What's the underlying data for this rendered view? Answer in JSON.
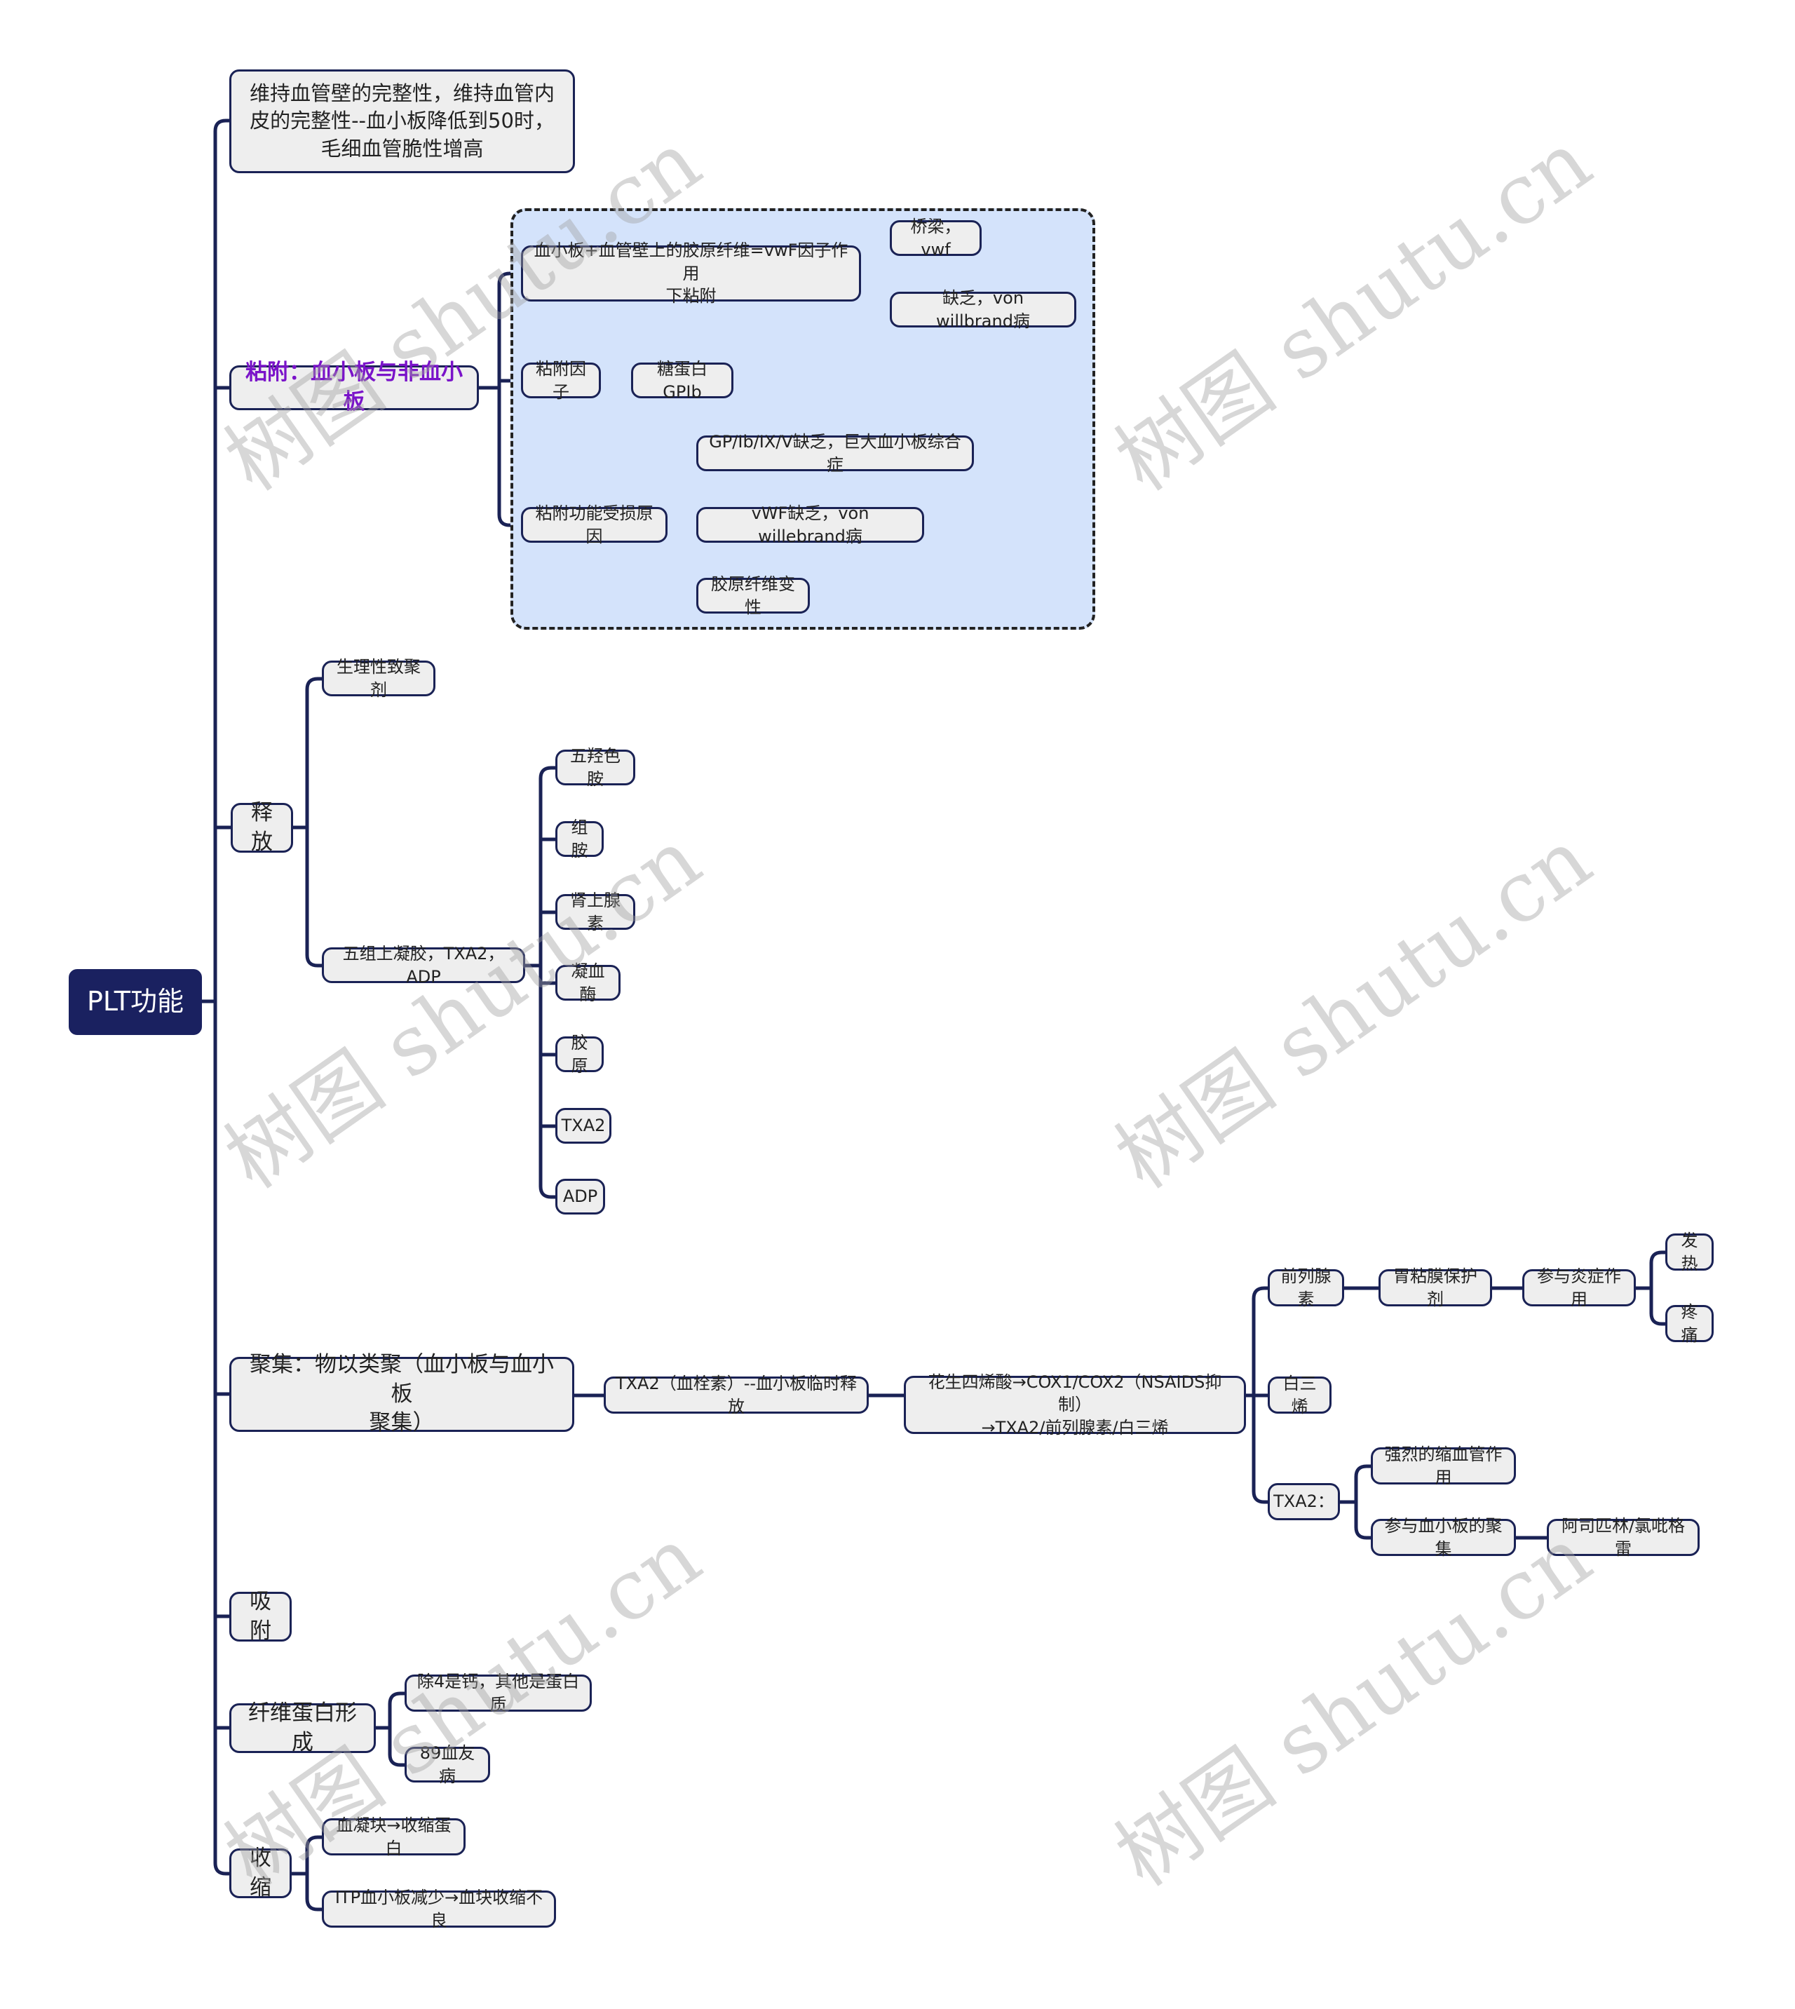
{
  "root": {
    "label": "PLT功能"
  },
  "branches": {
    "integrity": {
      "label": "维持血管壁的完整性，维持血管内\n皮的完整性--血小板降低到50时，\n毛细血管脆性增高"
    },
    "adhesion": {
      "label": "粘附：血小板与非血小板",
      "children": {
        "mechanism": {
          "label": "血小板+血管壁上的胶原纤维=vwF因子作用\n下粘附",
          "children": [
            "桥梁，vwf",
            "缺乏，von willbrand病"
          ]
        },
        "factor": {
          "label": "粘附因子",
          "children": [
            "糖蛋白GPIb"
          ]
        },
        "impair": {
          "label": "粘附功能受损原因",
          "children": [
            "GP/Ib/IX/V缺乏，巨大血小板综合症",
            "vWF缺乏，von willebrand病",
            "胶原纤维变性"
          ]
        }
      }
    },
    "release": {
      "label": "释放",
      "children": {
        "agonist": {
          "label": "生理性致聚剂"
        },
        "substances": {
          "label": "五组上凝胶，TXA2，ADP",
          "children": [
            "五羟色胺",
            "组胺",
            "肾上腺素",
            "凝血酶",
            "胶原",
            "TXA2",
            "ADP"
          ]
        }
      }
    },
    "aggregation": {
      "label": "聚集：物以类聚（血小板与血小板\n聚集）",
      "txa2": {
        "label": "TXA2（血栓素）--血小板临时释放"
      },
      "arachidonic": {
        "label": "花生四烯酸→COX1/COX2（NSAIDS抑制）\n→TXA2/前列腺素/白三烯"
      },
      "prostaglandin": {
        "label": "前列腺素",
        "gastric": "胃粘膜保护剂",
        "inflammation": "参与炎症作用",
        "effects": [
          "发热",
          "疼痛"
        ]
      },
      "leukotriene": {
        "label": "白三烯"
      },
      "txa2_effects": {
        "label": "TXA2：",
        "vaso": "强烈的缩血管作用",
        "aggregate": "参与血小板的聚集",
        "drugs": "阿司匹林/氯吡格雷"
      }
    },
    "absorption": {
      "label": "吸附"
    },
    "fibrin": {
      "label": "纤维蛋白形成",
      "children": [
        "除4是钙，其他是蛋白质",
        "89血友病"
      ]
    },
    "retraction": {
      "label": "收缩",
      "children": [
        "血凝块→收缩蛋白",
        "ITP血小板减少→血块收缩不良"
      ]
    }
  },
  "watermark": "树图 shutu.cn",
  "colors": {
    "line": "#1a2255",
    "root": "#1a2160",
    "node_bg": "#eeeeee",
    "group_bg": "#d4e3fb",
    "accent_text": "#7a13c9"
  }
}
